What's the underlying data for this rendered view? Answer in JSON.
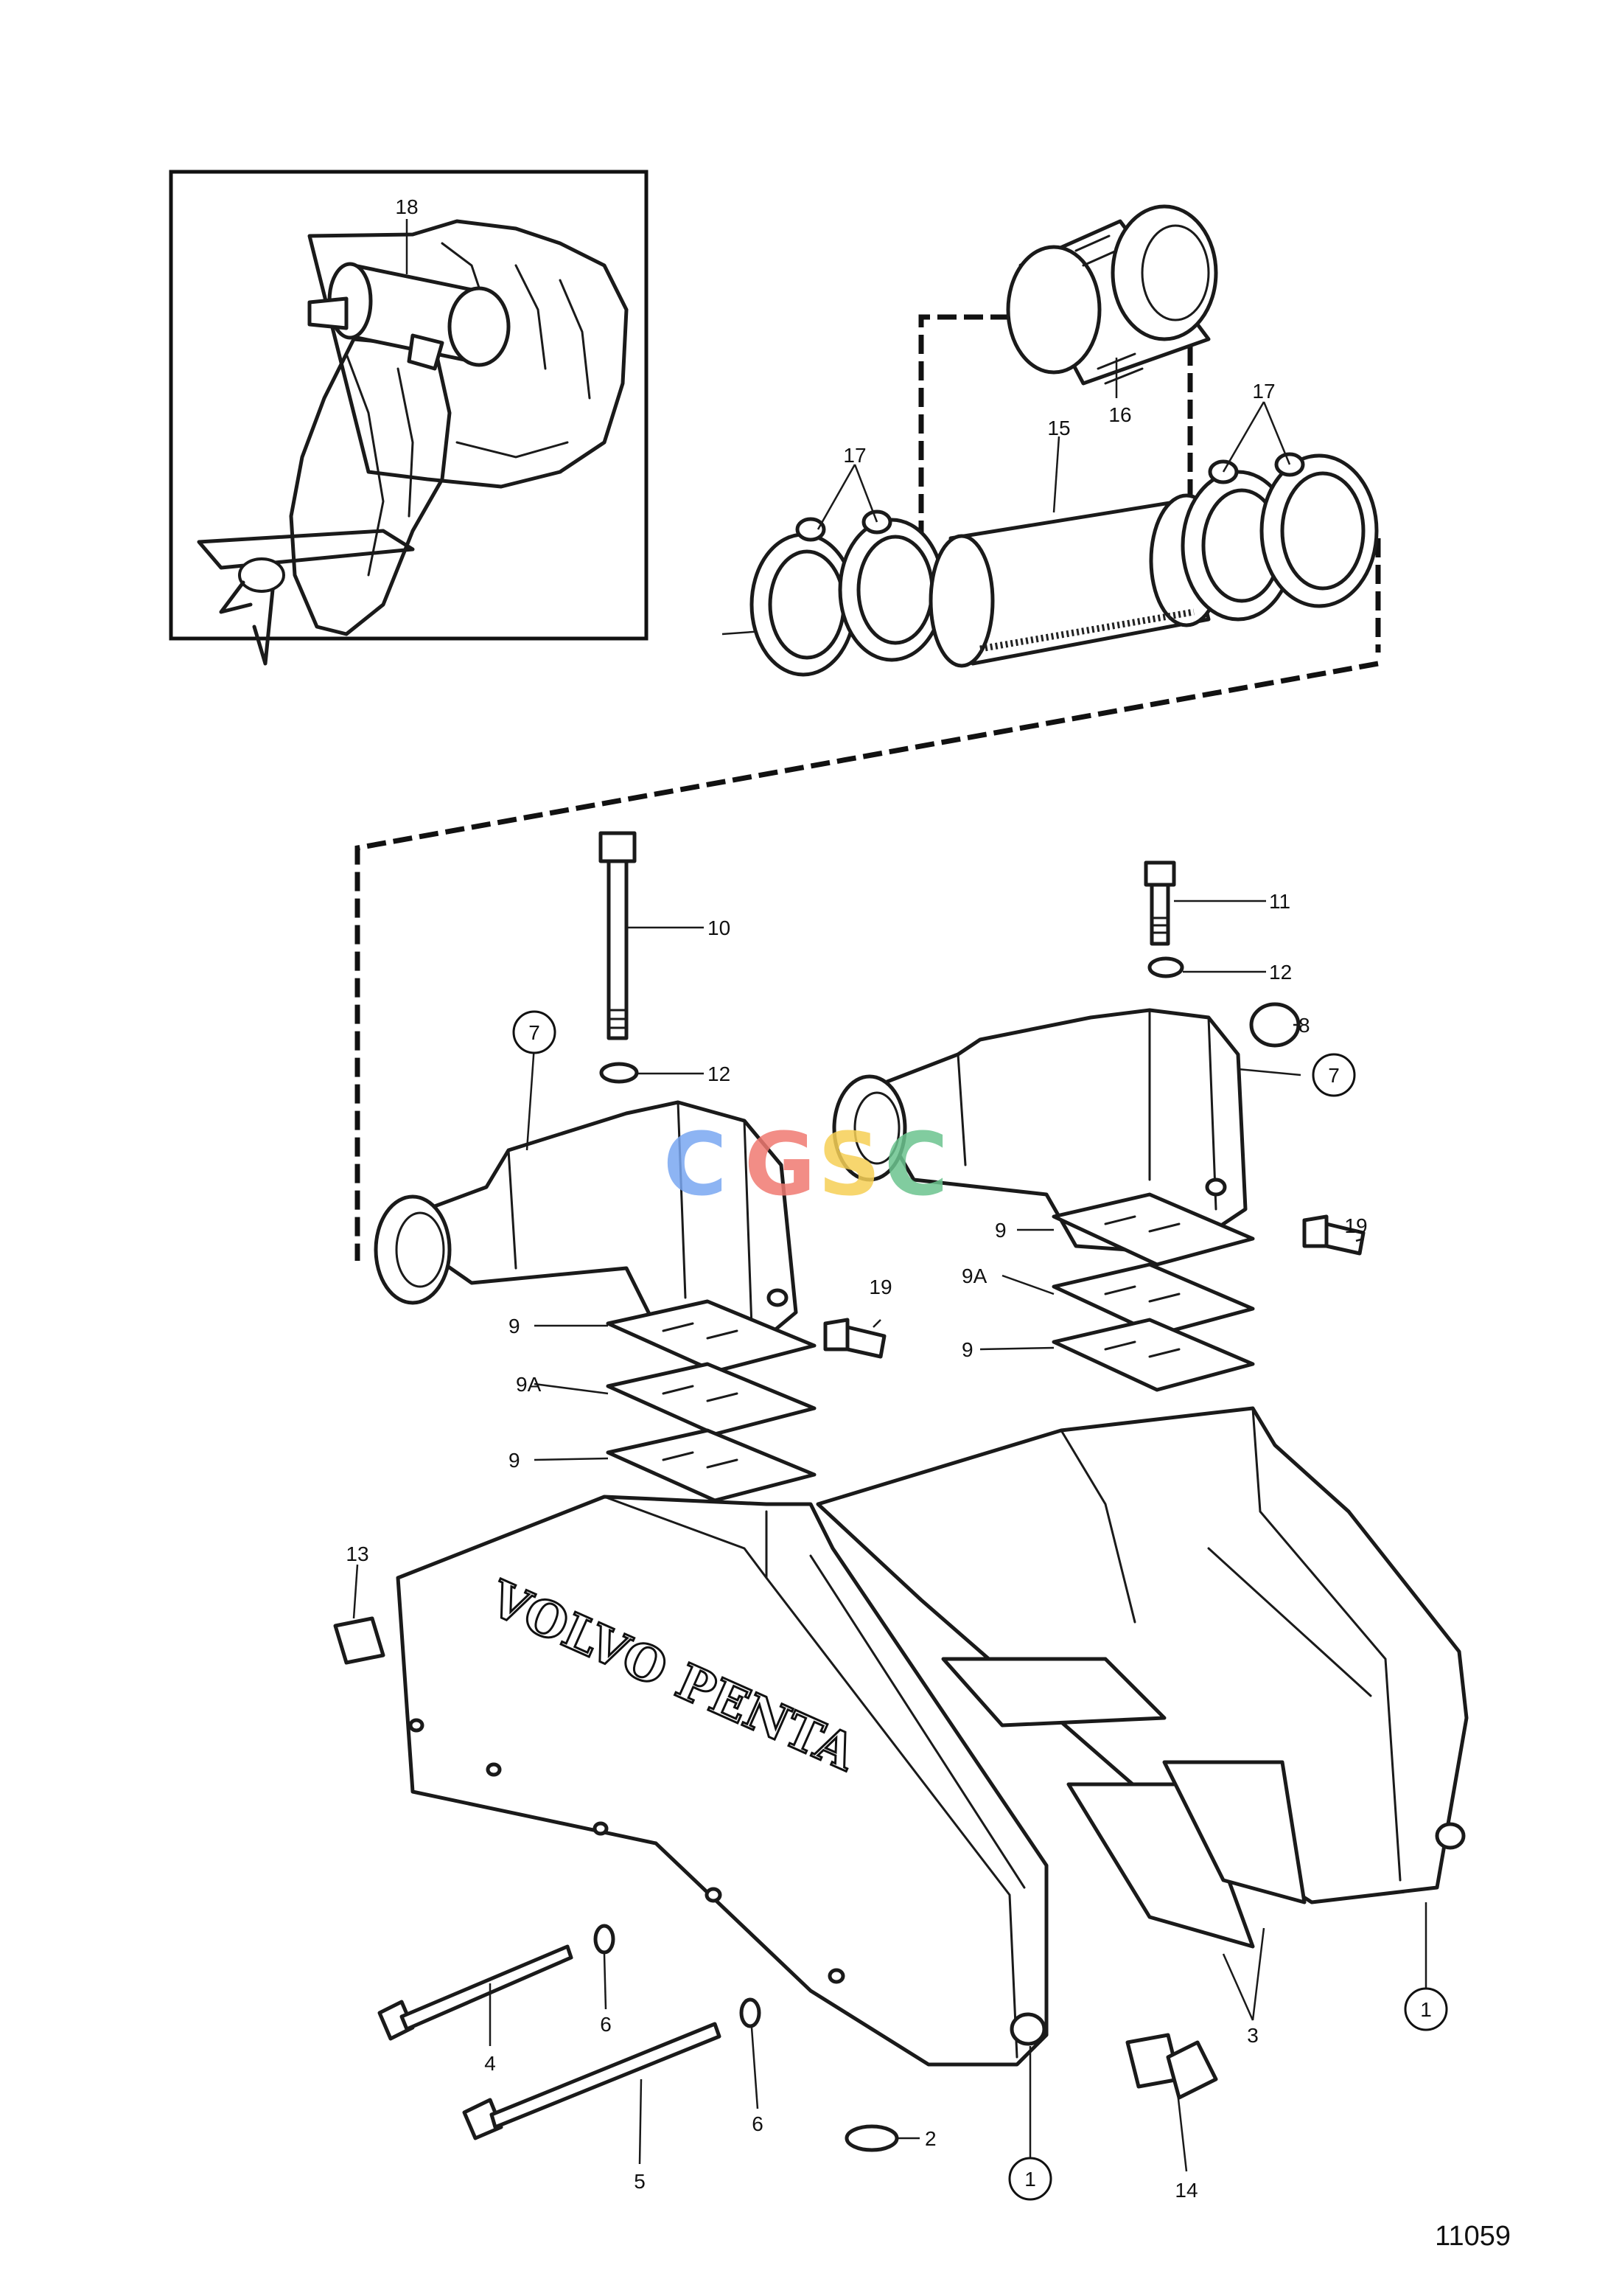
{
  "figure_number": "11059",
  "watermark": {
    "letters": [
      "C",
      "G",
      "S",
      "C"
    ],
    "colors": [
      "#7aa7f2",
      "#f07a72",
      "#f6cf55",
      "#6cc48f"
    ]
  },
  "casting_text": "VOLVO PENTA",
  "part_labels": {
    "p1": "1",
    "p2": "2",
    "p3": "3",
    "p4": "4",
    "p5": "5",
    "p6": "6",
    "p7": "7",
    "p8": "8",
    "p9": "9",
    "p9a": "9A",
    "p10": "10",
    "p11": "11",
    "p12": "12",
    "p13": "13",
    "p14": "14",
    "p15": "15",
    "p16": "16",
    "p17": "17",
    "p18": "18",
    "p19": "19"
  }
}
